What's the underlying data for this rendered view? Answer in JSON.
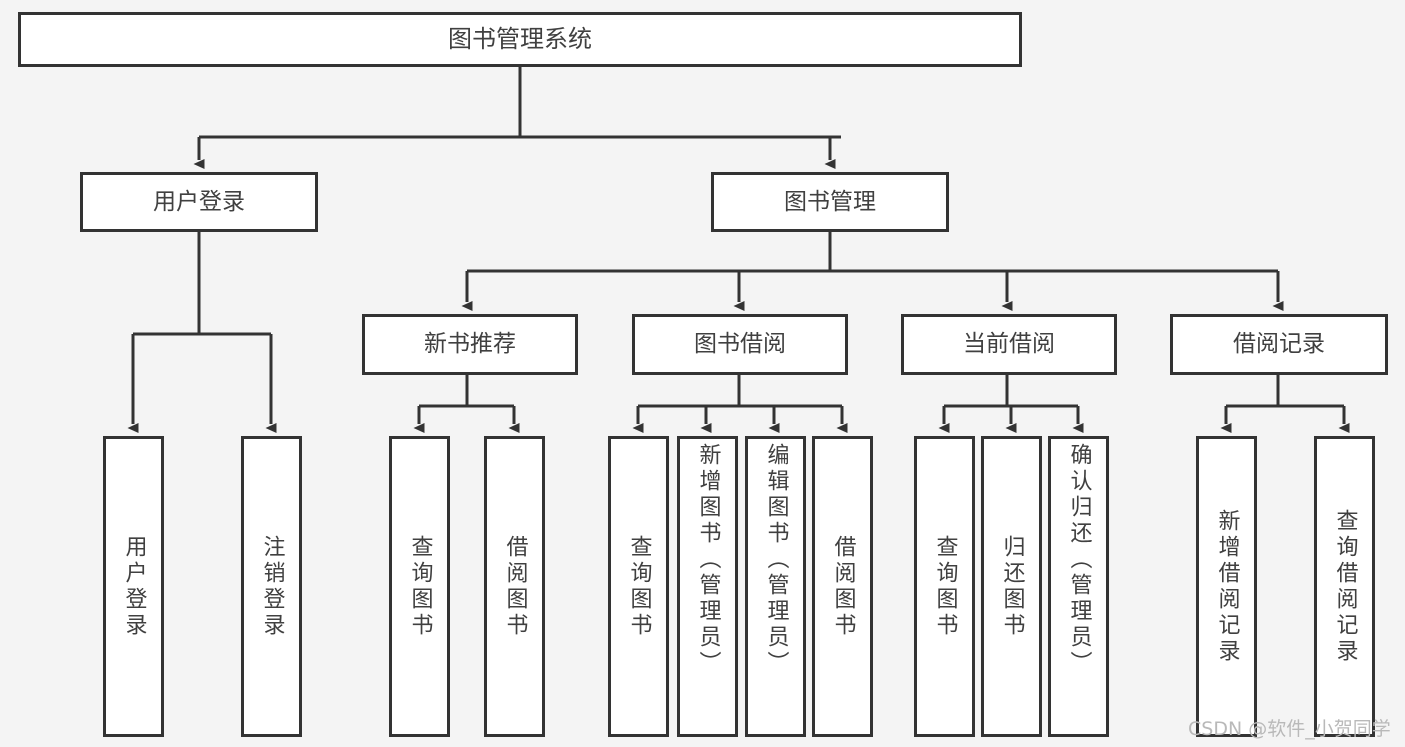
{
  "diagram": {
    "title": "图书管理系统",
    "type": "tree",
    "orientation": "top-down",
    "colors": {
      "background": "#f4f4f4",
      "node_fill": "#ffffff",
      "stroke": "#333333",
      "text": "#404040",
      "watermark": "#b9b9b9"
    },
    "nodes": {
      "root": {
        "label": "图书管理系统",
        "level": 0
      },
      "level1": [
        {
          "id": "user-login",
          "label": "用户登录"
        },
        {
          "id": "book-manage",
          "label": "图书管理"
        }
      ],
      "level2": [
        {
          "id": "new-book-recommend",
          "label": "新书推荐",
          "parent": "book-manage"
        },
        {
          "id": "book-borrow",
          "label": "图书借阅",
          "parent": "book-manage"
        },
        {
          "id": "current-borrow",
          "label": "当前借阅",
          "parent": "book-manage"
        },
        {
          "id": "borrow-record",
          "label": "借阅记录",
          "parent": "book-manage"
        }
      ],
      "leaves": [
        {
          "id": "leaf-user-login",
          "label": "用户登录",
          "parent": "user-login"
        },
        {
          "id": "leaf-user-logout",
          "label": "注销登录",
          "parent": "user-login"
        },
        {
          "id": "leaf-query-book-1",
          "label": "查询图书",
          "parent": "new-book-recommend"
        },
        {
          "id": "leaf-borrow-book-1",
          "label": "借阅图书",
          "parent": "new-book-recommend"
        },
        {
          "id": "leaf-query-book-2",
          "label": "查询图书",
          "parent": "book-borrow"
        },
        {
          "id": "leaf-add-book",
          "label": "新增图书（管理员）",
          "parent": "book-borrow"
        },
        {
          "id": "leaf-edit-book",
          "label": "编辑图书（管理员）",
          "parent": "book-borrow"
        },
        {
          "id": "leaf-borrow-book-2",
          "label": "借阅图书",
          "parent": "book-borrow"
        },
        {
          "id": "leaf-query-book-3",
          "label": "查询图书",
          "parent": "current-borrow"
        },
        {
          "id": "leaf-return-book",
          "label": "归还图书",
          "parent": "current-borrow"
        },
        {
          "id": "leaf-confirm-return",
          "label": "确认归还（管理员）",
          "parent": "current-borrow"
        },
        {
          "id": "leaf-add-record",
          "label": "新增借阅记录",
          "parent": "borrow-record"
        },
        {
          "id": "leaf-query-record",
          "label": "查询借阅记录",
          "parent": "borrow-record"
        }
      ]
    },
    "watermark": "CSDN @软件_小贺同学"
  }
}
